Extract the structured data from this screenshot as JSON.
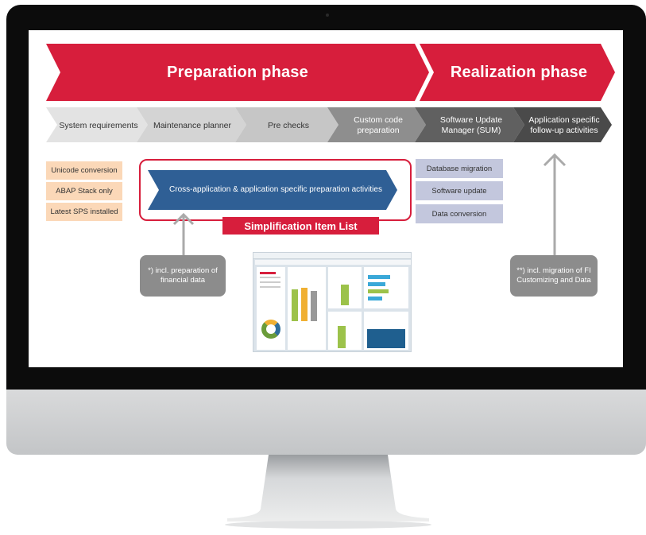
{
  "phases": {
    "preparation": "Preparation phase",
    "realization": "Realization phase"
  },
  "steps": [
    "System requirements",
    "Maintenance planner",
    "Pre checks",
    "Custom code preparation",
    "Software Update Manager (SUM)",
    "Application specific follow-up activities"
  ],
  "left_boxes": [
    "Unicode conversion",
    "ABAP Stack only",
    "Latest SPS installed"
  ],
  "right_boxes": [
    "Database migration",
    "Software update",
    "Data conversion"
  ],
  "center_arrow": "Cross-application & application specific preparation activities",
  "simplification_label": "Simplification Item List",
  "notes": {
    "left": "*) incl. preparation of financial data",
    "right": "**) incl. migration of FI Customizing and Data"
  },
  "colors": {
    "accent_red": "#d71e3c",
    "step_light": "#e3e3e3",
    "step_mid": "#c6c6c6",
    "step_dark": "#8e8e8e",
    "step_darker": "#606060",
    "step_darkest": "#4a4a4a",
    "blue_arrow": "#2f5f95",
    "orange_box": "#fbd8b8",
    "lilac_box": "#c3c7dd",
    "note_gray": "#8c8c8c"
  }
}
